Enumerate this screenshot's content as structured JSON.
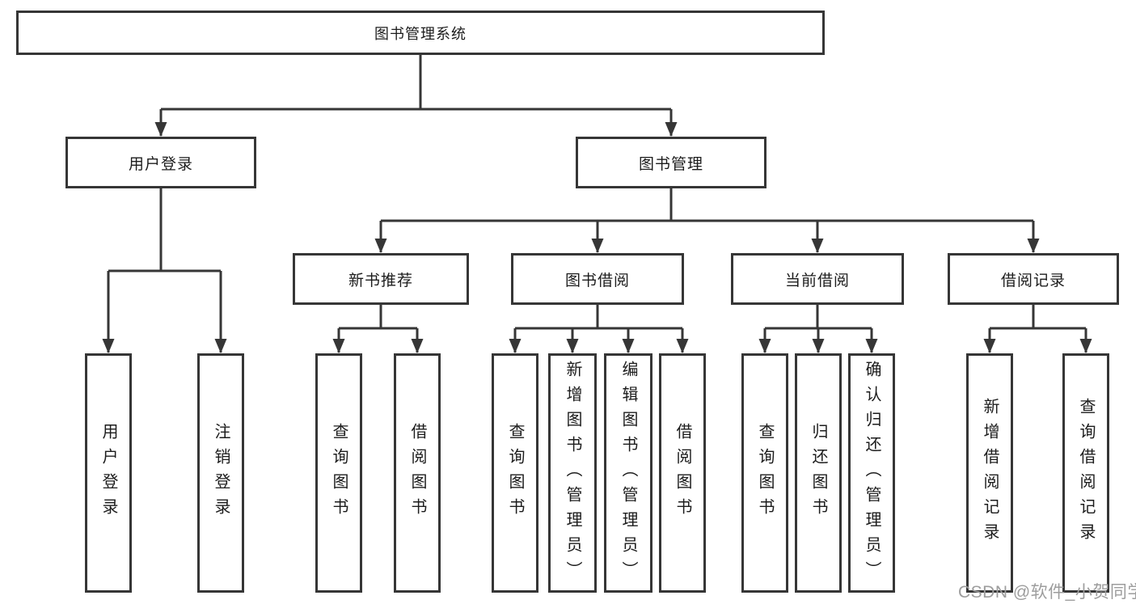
{
  "tree": {
    "label": "图书管理系统",
    "children": [
      {
        "label": "用户登录",
        "children": [
          {
            "label": "用户登录"
          },
          {
            "label": "注销登录"
          }
        ]
      },
      {
        "label": "图书管理",
        "children": [
          {
            "label": "新书推荐",
            "children": [
              {
                "label": "查询图书"
              },
              {
                "label": "借阅图书"
              }
            ]
          },
          {
            "label": "图书借阅",
            "children": [
              {
                "label": "查询图书"
              },
              {
                "label": "新增图书（管理员）"
              },
              {
                "label": "编辑图书（管理员）"
              },
              {
                "label": "借阅图书"
              }
            ]
          },
          {
            "label": "当前借阅",
            "children": [
              {
                "label": "查询图书"
              },
              {
                "label": "归还图书"
              },
              {
                "label": "确认归还（管理员）"
              }
            ]
          },
          {
            "label": "借阅记录",
            "children": [
              {
                "label": "新增借阅记录"
              },
              {
                "label": "查询借阅记录"
              }
            ]
          }
        ]
      }
    ]
  },
  "watermark": {
    "text": "CSDN @软件_小贺同学"
  },
  "colors": {
    "line": "#363636",
    "text": "#1c1c1c",
    "watermark": "#9d9d9d",
    "background": "#ffffff"
  }
}
